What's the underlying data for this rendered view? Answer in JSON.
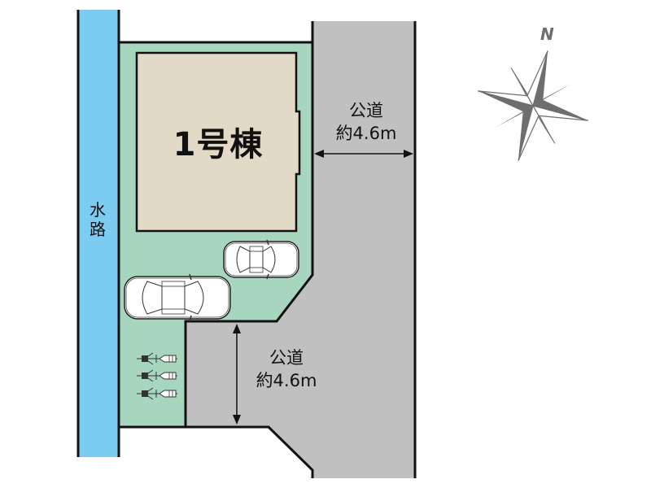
{
  "diagram": {
    "type": "site-plan",
    "colors": {
      "water": "#7ccbf0",
      "lot": "#a8d5bd",
      "building": "#e2d9c7",
      "road": "#c0c0c0",
      "outline": "#111111",
      "compass": "#6e6e6e"
    },
    "building": {
      "label": "1号棟"
    },
    "water_channel": {
      "label": "水路"
    },
    "roads": [
      {
        "id": "road-east",
        "name": "公道",
        "width": "約4.6m"
      },
      {
        "id": "road-south",
        "name": "公道",
        "width": "約4.6m"
      }
    ],
    "parking": {
      "cars": 2,
      "bicycles": 3
    },
    "compass": {
      "north_label": "N"
    }
  }
}
